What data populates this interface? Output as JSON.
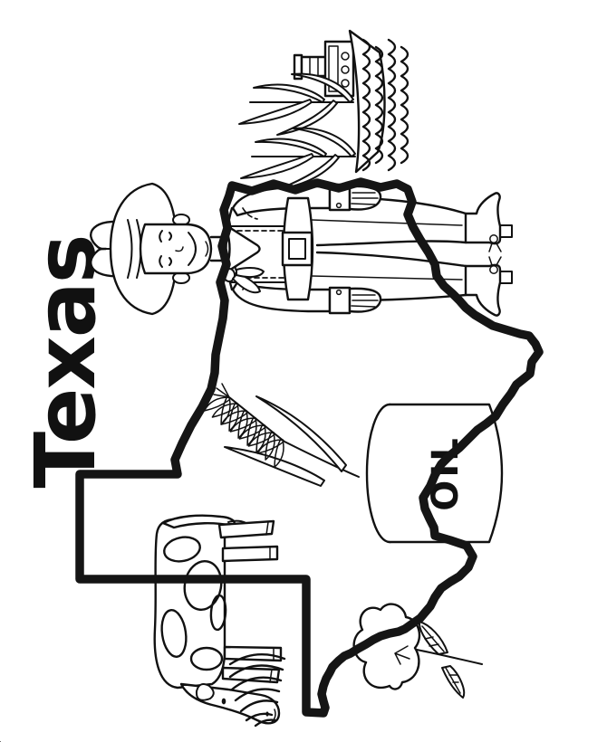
{
  "page": {
    "title": "Texas",
    "background_color": "#ffffff",
    "ink_color": "#111111"
  },
  "labels": {
    "oil_barrel": "OIL"
  },
  "illustrations": [
    "texas-state-outline",
    "cowboy",
    "steamship",
    "corn-stalks",
    "wheat-sprig",
    "oil-barrel",
    "spotted-cow",
    "cotton-plant"
  ]
}
